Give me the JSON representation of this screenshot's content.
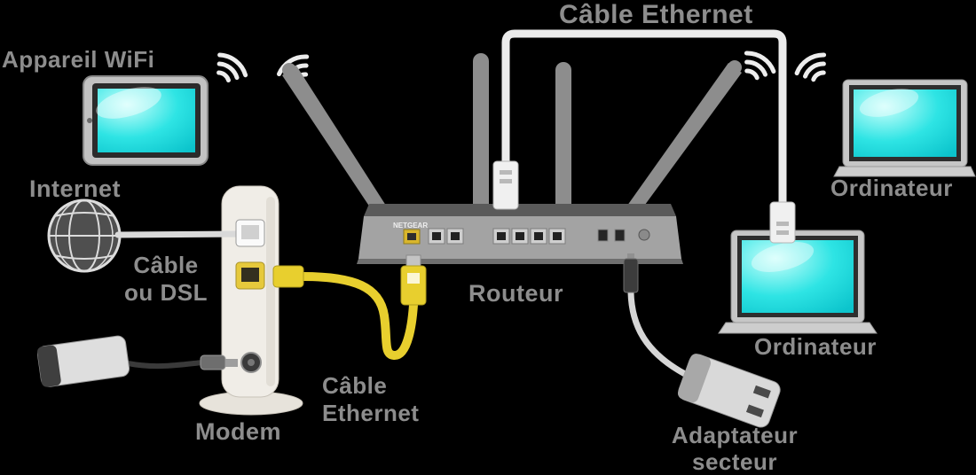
{
  "diagram": {
    "labels": {
      "cable_ethernet_top": "Câble Ethernet",
      "appareil_wifi": "Appareil WiFi",
      "internet": "Internet",
      "cable_ou_dsl": [
        "Câble",
        "ou DSL"
      ],
      "modem": "Modem",
      "cable_ethernet_mid": [
        "Câble",
        "Ethernet"
      ],
      "routeur": "Routeur",
      "ordinateur_top": "Ordinateur",
      "ordinateur_bottom": "Ordinateur",
      "adaptateur_secteur": [
        "Adaptateur",
        "secteur"
      ],
      "router_brand": "NETGEAR"
    },
    "colors": {
      "background": "#000000",
      "label_text": "#8d8d8d",
      "screen_cyan": "#2ee4e4",
      "cable_yellow": "#e8cf2e",
      "router_gray": "#a3a3a3",
      "modem_white": "#f0ede7",
      "cable_white": "#ececec"
    }
  }
}
